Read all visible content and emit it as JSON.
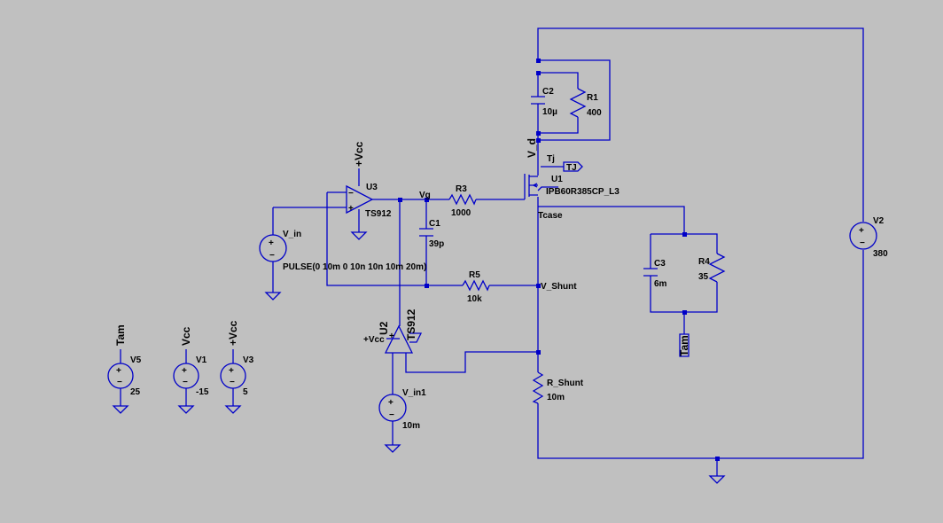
{
  "components": {
    "c2": {
      "name": "C2",
      "value": "10µ"
    },
    "r1": {
      "name": "R1",
      "value": "400"
    },
    "u1": {
      "name": "U1",
      "model": "IPB60R385CP_L3",
      "vd": "V_d",
      "tj": "Tj",
      "tj_flag": "TJ",
      "tcase": "Tcase"
    },
    "u3": {
      "name": "U3",
      "model": "TS912",
      "supply": "+Vcc"
    },
    "r3": {
      "name": "R3",
      "value": "1000"
    },
    "c1": {
      "name": "C1",
      "value": "39p"
    },
    "vg": "Vg",
    "v_in": {
      "name": "V_in",
      "value": "PULSE(0 10m 0 10n 10n 10m 20m)"
    },
    "r5": {
      "name": "R5",
      "value": "10k"
    },
    "v_shunt": "V_Shunt",
    "u2": {
      "name": "U2",
      "model": "TS912",
      "supply": "+Vcc"
    },
    "v_in1": {
      "name": "V_in1",
      "value": "10m"
    },
    "r_shunt": {
      "name": "R_Shunt",
      "value": "10m"
    },
    "c3": {
      "name": "C3",
      "value": "6m"
    },
    "r4": {
      "name": "R4",
      "value": "35"
    },
    "tam_flag": "Tam",
    "v2": {
      "name": "V2",
      "value": "380"
    },
    "v5": {
      "name": "V5",
      "value": "25",
      "net": "Tam"
    },
    "v1": {
      "name": "V1",
      "value": "-15",
      "net": "Vcc"
    },
    "v3": {
      "name": "V3",
      "value": "5",
      "net": "+Vcc"
    }
  },
  "colors": {
    "background": "#c0c0c0",
    "wire": "#0000c8",
    "text": "#000000"
  }
}
